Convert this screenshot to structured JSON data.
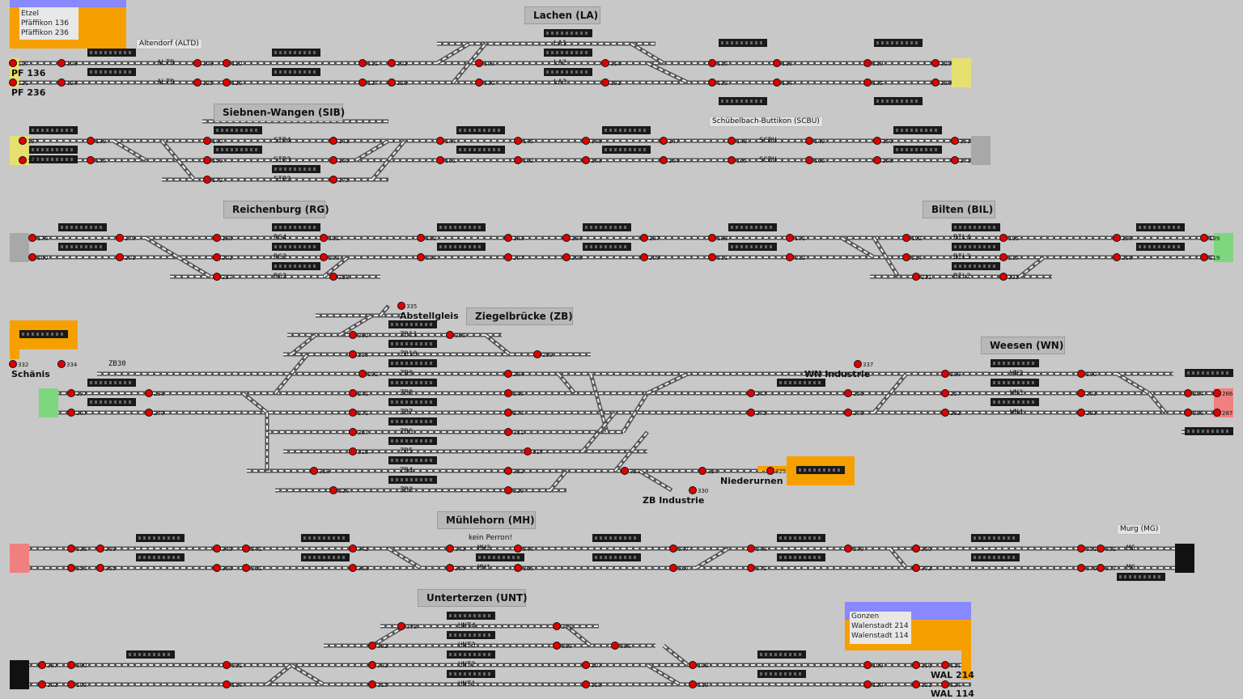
{
  "colors": {
    "background": "#c8c8c8",
    "track": "#6a6a6a",
    "sleeper": "#f2f2f2",
    "signal_red": "#e00000",
    "signal_green": "#1e8a1e",
    "orange": "#f5a000",
    "yellow": "#e6e070",
    "green_block": "#7ed67e",
    "red_block": "#f08080",
    "blue": "#8888ff"
  },
  "stations": [
    {
      "id": "lachen",
      "label": "Lachen (LA)"
    },
    {
      "id": "siebnen",
      "label": "Siebnen-Wangen (SIB)"
    },
    {
      "id": "reichenburg",
      "label": "Reichenburg (RG)"
    },
    {
      "id": "bilten",
      "label": "Bilten (BIL)"
    },
    {
      "id": "ziegelbruecke",
      "label": "Ziegelbrücke (ZB)"
    },
    {
      "id": "weesen",
      "label": "Weesen (WN)"
    },
    {
      "id": "muehlehorn",
      "label": "Mühlehorn (MH)"
    },
    {
      "id": "unterterzen",
      "label": "Unterterzen (UNT)"
    }
  ],
  "small_labels": {
    "altendorf": "Altendorf (ALTD)",
    "schuebelbach": "Schübelbach-Buttikon (SCBU)",
    "murg": "Murg (MG)",
    "kein_perron": "kein Perron!"
  },
  "bold_labels": {
    "pf136": "PF 136",
    "pf236": "PF 236",
    "schaenis": "Schänis",
    "abstellgleis": "Abstellgleis",
    "wn_industrie": "WN Industrie",
    "niederurnen": "Niederurnen",
    "zb_industrie": "ZB Industrie",
    "wal214": "WAL 214",
    "wal114": "WAL 114"
  },
  "corner_top_left": [
    "Etzel",
    "Pfäffikon 136",
    "Pfäffikon 236"
  ],
  "corner_bottom_right": [
    "Gonzen",
    "Walenstadt 214",
    "Walenstadt 114"
  ],
  "track_labels": [
    "ALTD",
    "ALTD",
    "LA1",
    "LA2",
    "LA3",
    "SIB4",
    "SIB3",
    "SIB2",
    "SCBU",
    "SCBU",
    "RG4",
    "RG3",
    "RG2",
    "BIL4",
    "BIL3",
    "BIL2",
    "ZB30",
    "ZB11",
    "ZB10",
    "ZB9",
    "ZB8",
    "ZB7",
    "ZB6",
    "ZB5",
    "ZB4",
    "ZB3",
    "WN2",
    "WN3",
    "WN4",
    "MH2",
    "MH1",
    "MG",
    "MG",
    "UNT4",
    "UNT3",
    "UNT2",
    "UNT1"
  ],
  "signal_numbers": [
    "107",
    "108",
    "109",
    "110",
    "111",
    "102",
    "103",
    "114",
    "115",
    "118",
    "119",
    "120",
    "121",
    "124",
    "125",
    "126",
    "127",
    "128",
    "130",
    "131",
    "133",
    "134",
    "135",
    "136",
    "137",
    "139",
    "140",
    "143",
    "144",
    "145",
    "146",
    "147",
    "148",
    "149",
    "150",
    "151",
    "154",
    "155",
    "159",
    "160",
    "161",
    "162",
    "163",
    "164",
    "165",
    "166",
    "168",
    "171",
    "172",
    "175",
    "176",
    "179",
    "180",
    "181",
    "182",
    "183",
    "184",
    "187",
    "188",
    "191",
    "192",
    "195",
    "196",
    "199",
    "200",
    "201",
    "202",
    "203",
    "204",
    "207",
    "208",
    "209",
    "211",
    "212",
    "214",
    "215",
    "218",
    "219",
    "227",
    "228",
    "231",
    "233",
    "237",
    "238",
    "241",
    "246",
    "247",
    "256",
    "257",
    "263",
    "264",
    "266",
    "267",
    "270",
    "271",
    "274",
    "275",
    "276",
    "282",
    "283",
    "286",
    "287",
    "289",
    "290",
    "292",
    "294",
    "295",
    "299",
    "300",
    "306",
    "307",
    "311",
    "313",
    "317",
    "318",
    "322",
    "323",
    "324",
    "325",
    "326",
    "329",
    "330",
    "332",
    "334",
    "335",
    "337",
    "338",
    "339",
    "340",
    "341",
    "342",
    "343",
    "344",
    "347",
    "348",
    "349",
    "350",
    "351",
    "352",
    "354",
    "355",
    "360",
    "361",
    "363",
    "365",
    "366",
    "367",
    "371",
    "372",
    "376",
    "377",
    "378",
    "381",
    "382",
    "383",
    "386",
    "387",
    "390",
    "391",
    "392"
  ]
}
